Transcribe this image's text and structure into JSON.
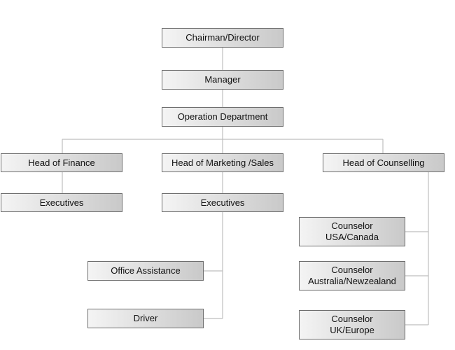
{
  "org_chart": {
    "chairman": "Chairman/Director",
    "manager": "Manager",
    "operation": "Operation Department",
    "head_finance": "Head of Finance",
    "head_marketing": "Head of Marketing /Sales",
    "head_counselling": "Head of Counselling",
    "finance_executives": "Executives",
    "marketing_executives": "Executives",
    "office_assistance": "Office Assistance",
    "driver": "Driver",
    "counselor_usa": {
      "line1": "Counselor",
      "line2": "USA/Canada"
    },
    "counselor_australia": {
      "line1": "Counselor",
      "line2": "Australia/Newzealand"
    },
    "counselor_uk": {
      "line1": "Counselor",
      "line2": "UK/Europe"
    },
    "colors": {
      "connector": "#bdbdbd",
      "box_border": "#6e6e6e",
      "box_fill_light": "#f4f4f4",
      "box_fill_dark": "#c9c9c9"
    }
  }
}
